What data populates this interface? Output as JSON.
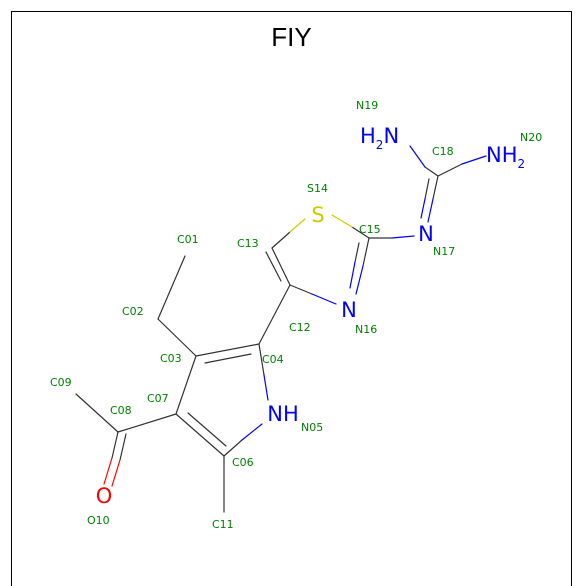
{
  "title": "FIY",
  "colors": {
    "carbon_bond": "#333333",
    "nitrogen": "#0000ff",
    "oxygen": "#ff0000",
    "sulfur": "#cccc00",
    "atom_label": "#008000",
    "title": "#000000"
  },
  "elements": {
    "s14": "S",
    "n17": "N",
    "n16": "N",
    "n05": "NH",
    "o10": "O",
    "n19_main": "H",
    "n19_sub": "2",
    "n19_tail": "N",
    "n20_main": "NH",
    "n20_sub": "2"
  },
  "atom_labels": {
    "C01": "C01",
    "C02": "C02",
    "C03": "C03",
    "C04": "C04",
    "N05": "N05",
    "C06": "C06",
    "C07": "C07",
    "C08": "C08",
    "C09": "C09",
    "O10": "O10",
    "C11": "C11",
    "C12": "C12",
    "C13": "C13",
    "S14": "S14",
    "C15": "C15",
    "N16": "N16",
    "N17": "N17",
    "C18": "C18",
    "N19": "N19",
    "N20": "N20"
  }
}
